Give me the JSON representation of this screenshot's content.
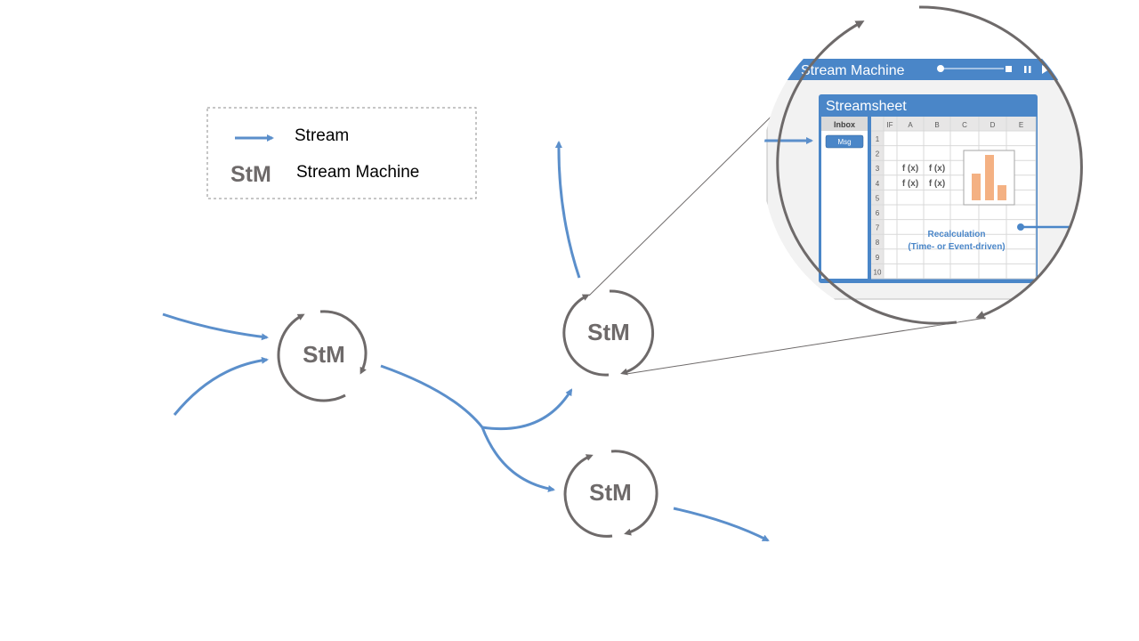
{
  "legend": {
    "stream_label": "Stream",
    "stm_abbr": "StM",
    "stm_label": "Stream Machine"
  },
  "nodes": {
    "node1": "StM",
    "node2": "StM",
    "node3": "StM"
  },
  "zoom": {
    "title": "Stream Machine",
    "sheet_title": "Streamsheet",
    "inbox_header": "Inbox",
    "msg_label": "Msg",
    "columns": [
      "IF",
      "A",
      "B",
      "C",
      "D",
      "E"
    ],
    "rows": [
      "1",
      "2",
      "3",
      "4",
      "5",
      "6",
      "7",
      "8",
      "9",
      "10"
    ],
    "formula": "f (x)",
    "recalc_line1": "Recalculation",
    "recalc_line2": "(Time- or Event-driven)"
  },
  "colors": {
    "stream": "#5b8fcb",
    "machine": "#6e6a6a",
    "panel_blue": "#4a86c8",
    "bar": "#f4b183",
    "recalc_text": "#4a86c8"
  }
}
